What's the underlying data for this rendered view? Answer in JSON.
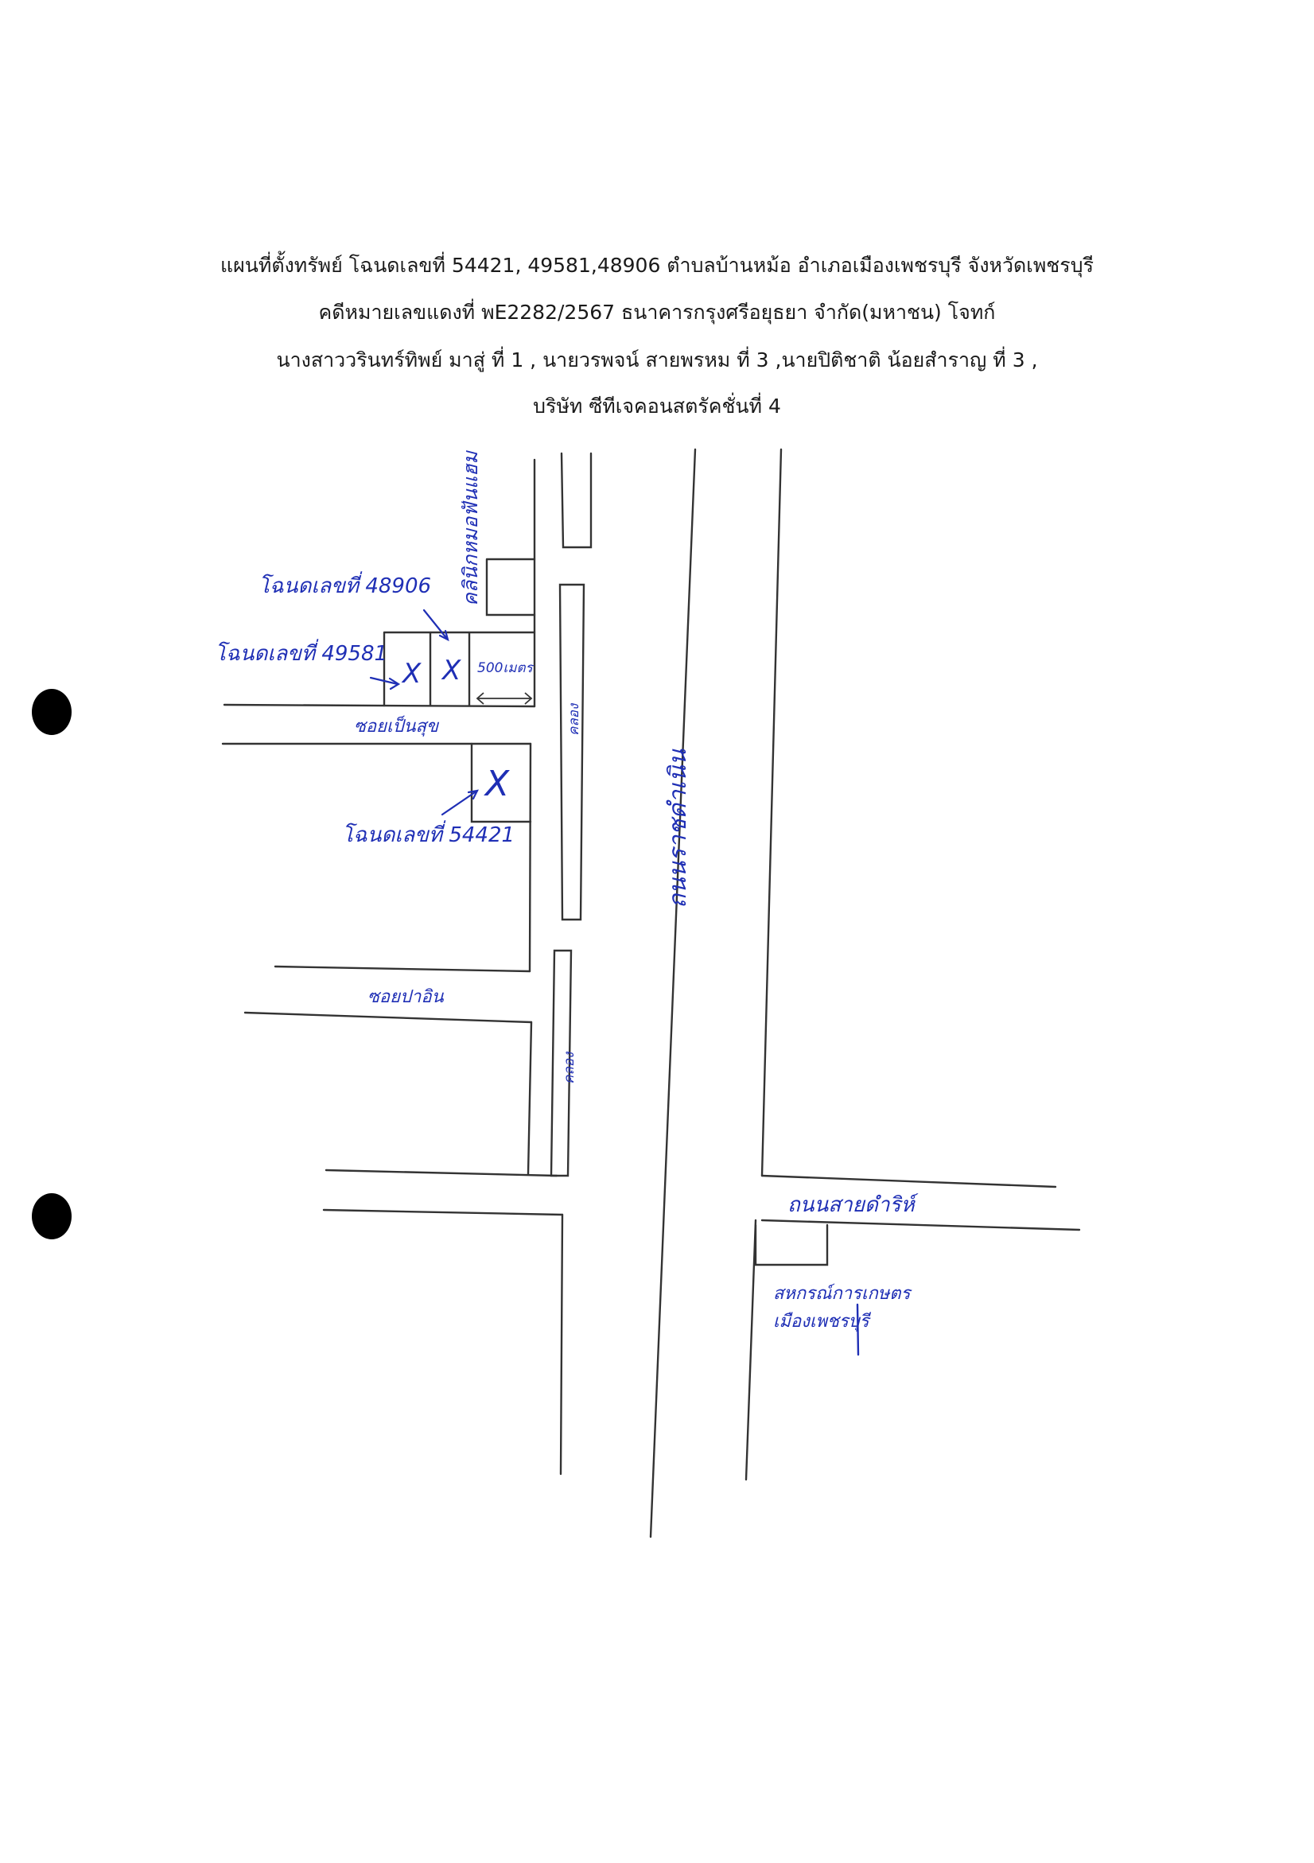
{
  "header": {
    "line1": "แผนที่ตั้งทรัพย์ โฉนดเลขที่ 54421, 49581,48906  ตำบลบ้านหม้อ อำเภอเมืองเพชรบุรี จังหวัดเพชรบุรี",
    "line2": "คดีหมายเลขแดงที่ พE2282/2567 ธนาคารกรุงศรีอยุธยา จำกัด(มหาชน) โจทก์",
    "line3": "นางสาววรินทร์ทิพย์ มาสู่ ที่ 1 , นายวรพจน์ สายพรหม ที่ 3 ,นายปิติชาติ  น้อยสำราญ ที่ 3  ,",
    "line4": "บริษัท ซีทีเจคอนสตรัคชั่นที่   4"
  },
  "map": {
    "ink_color": "#1f2fb5",
    "line_color": "#333333",
    "labels": {
      "deed_48906": "โฉนดเลขที่ 48906",
      "deed_49581": "โฉนดเลขที่ 49581",
      "deed_54421": "โฉนดเลขที่ 54421",
      "distance": "500เมตร",
      "soi_1": "ซอยเป็นสุข",
      "soi_2": "ซอยปาอิน",
      "canal_1": "คลอง",
      "canal_2": "คลอง",
      "main_road": "ถนนราชดำเนิน",
      "cross_road": "ถนนสายดำริห์",
      "landmark_north": "คลินิกหมอฟันแฮม",
      "landmark_coop_1": "สหกรณ์การเกษตร",
      "landmark_coop_2": "เมืองเพชรบุรี",
      "plot_mark_1": "X",
      "plot_mark_2": "X",
      "plot_mark_3": "X"
    }
  }
}
